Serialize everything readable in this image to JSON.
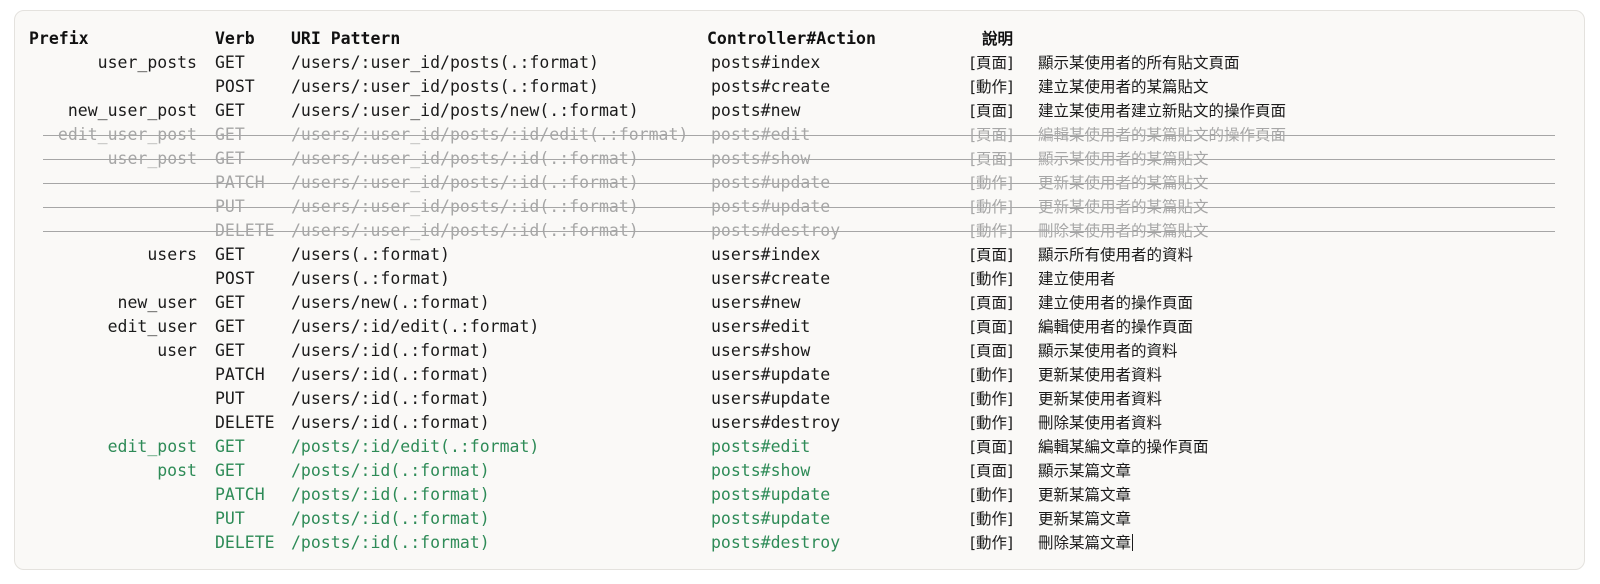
{
  "panel": {
    "background_color": "#faf9f7",
    "border_color": "#e4e2de"
  },
  "colors": {
    "text": "#1b1b1b",
    "dimmed": "#a6a6a6",
    "green": "#2e8b57"
  },
  "header": {
    "prefix": "Prefix",
    "verb": "Verb",
    "uri": "URI Pattern",
    "controller": "Controller#Action",
    "description": "說明"
  },
  "rows": [
    {
      "prefix": "user_posts",
      "verb": "GET",
      "uri": "/users/:user_id/posts(.:format)",
      "controller": "posts#index",
      "kind": "[頁面]",
      "description": "顯示某使用者的所有貼文頁面",
      "state": "normal"
    },
    {
      "prefix": "",
      "verb": "POST",
      "uri": "/users/:user_id/posts(.:format)",
      "controller": "posts#create",
      "kind": "[動作]",
      "description": "建立某使用者的某篇貼文",
      "state": "normal"
    },
    {
      "prefix": "new_user_post",
      "verb": "GET",
      "uri": "/users/:user_id/posts/new(.:format)",
      "controller": "posts#new",
      "kind": "[頁面]",
      "description": "建立某使用者建立新貼文的操作頁面",
      "state": "normal"
    },
    {
      "prefix": "edit_user_post",
      "verb": "GET",
      "uri": "/users/:user_id/posts/:id/edit(.:format)",
      "controller": "posts#edit",
      "kind": "[頁面]",
      "description": "編輯某使用者的某篇貼文的操作頁面",
      "state": "struck"
    },
    {
      "prefix": "user_post",
      "verb": "GET",
      "uri": "/users/:user_id/posts/:id(.:format)",
      "controller": "posts#show",
      "kind": "[頁面]",
      "description": "顯示某使用者的某篇貼文",
      "state": "struck"
    },
    {
      "prefix": "",
      "verb": "PATCH",
      "uri": "/users/:user_id/posts/:id(.:format)",
      "controller": "posts#update",
      "kind": "[動作]",
      "description": "更新某使用者的某篇貼文",
      "state": "struck"
    },
    {
      "prefix": "",
      "verb": "PUT",
      "uri": "/users/:user_id/posts/:id(.:format)",
      "controller": "posts#update",
      "kind": "[動作]",
      "description": "更新某使用者的某篇貼文",
      "state": "struck"
    },
    {
      "prefix": "",
      "verb": "DELETE",
      "uri": "/users/:user_id/posts/:id(.:format)",
      "controller": "posts#destroy",
      "kind": "[動作]",
      "description": "刪除某使用者的某篇貼文",
      "state": "struck"
    },
    {
      "prefix": "users",
      "verb": "GET",
      "uri": "/users(.:format)",
      "controller": "users#index",
      "kind": "[頁面]",
      "description": "顯示所有使用者的資料",
      "state": "normal"
    },
    {
      "prefix": "",
      "verb": "POST",
      "uri": "/users(.:format)",
      "controller": "users#create",
      "kind": "[動作]",
      "description": "建立使用者",
      "state": "normal"
    },
    {
      "prefix": "new_user",
      "verb": "GET",
      "uri": "/users/new(.:format)",
      "controller": "users#new",
      "kind": "[頁面]",
      "description": "建立使用者的操作頁面",
      "state": "normal"
    },
    {
      "prefix": "edit_user",
      "verb": "GET",
      "uri": "/users/:id/edit(.:format)",
      "controller": "users#edit",
      "kind": "[頁面]",
      "description": "編輯使用者的操作頁面",
      "state": "normal"
    },
    {
      "prefix": "user",
      "verb": "GET",
      "uri": "/users/:id(.:format)",
      "controller": "users#show",
      "kind": "[頁面]",
      "description": "顯示某使用者的資料",
      "state": "normal"
    },
    {
      "prefix": "",
      "verb": "PATCH",
      "uri": "/users/:id(.:format)",
      "controller": "users#update",
      "kind": "[動作]",
      "description": "更新某使用者資料",
      "state": "normal"
    },
    {
      "prefix": "",
      "verb": "PUT",
      "uri": "/users/:id(.:format)",
      "controller": "users#update",
      "kind": "[動作]",
      "description": "更新某使用者資料",
      "state": "normal"
    },
    {
      "prefix": "",
      "verb": "DELETE",
      "uri": "/users/:id(.:format)",
      "controller": "users#destroy",
      "kind": "[動作]",
      "description": "刪除某使用者資料",
      "state": "normal"
    },
    {
      "prefix": "edit_post",
      "verb": "GET",
      "uri": "/posts/:id/edit(.:format)",
      "controller": "posts#edit",
      "kind": "[頁面]",
      "description": "編輯某編文章的操作頁面",
      "state": "green"
    },
    {
      "prefix": "post",
      "verb": "GET",
      "uri": "/posts/:id(.:format)",
      "controller": "posts#show",
      "kind": "[頁面]",
      "description": "顯示某篇文章",
      "state": "green"
    },
    {
      "prefix": "",
      "verb": "PATCH",
      "uri": "/posts/:id(.:format)",
      "controller": "posts#update",
      "kind": "[動作]",
      "description": "更新某篇文章",
      "state": "green"
    },
    {
      "prefix": "",
      "verb": "PUT",
      "uri": "/posts/:id(.:format)",
      "controller": "posts#update",
      "kind": "[動作]",
      "description": "更新某篇文章",
      "state": "green"
    },
    {
      "prefix": "",
      "verb": "DELETE",
      "uri": "/posts/:id(.:format)",
      "controller": "posts#destroy",
      "kind": "[動作]",
      "description": "刪除某篇文章",
      "state": "green",
      "caret": true
    }
  ]
}
